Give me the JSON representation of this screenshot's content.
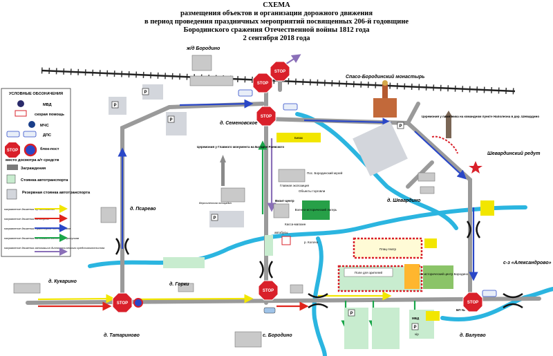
{
  "title": {
    "line1": "СХЕМА",
    "line2": "размещения объектов и организации дорожного движения",
    "line3": "в период проведения праздничных мероприятий посвященных 206-й годовщине",
    "line4": "Бородинского сражения Отечественной войны 1812 года",
    "line5": "2 сентября 2018 года"
  },
  "places": {
    "rail_station": "ж/д Бородино",
    "semenovskoe": "д. Семеновское",
    "spaso": "Спасо-Бородинский монастырь",
    "psarevo": "д. Псарево",
    "shevardino": "д. Шевардино",
    "shevardino_redoubt": "Шевардинский редут",
    "kukarino": "д. Кукарино",
    "gorki": "д. Горки",
    "tatarinovo": "д. Татариново",
    "borodino": "с. Бородино",
    "valuevo": "д. Валуево",
    "aleksandrovo": "с-з «Александрово»",
    "kolocha": "р. Колоча"
  },
  "objects": {
    "raevsky": "Церемония у Главного монумента на Батарее Раевского",
    "napoleon_cp": "Церемония у памятника на командном пункте Наполеона в дер. Шевардино",
    "museum": "Пос. Бородинский музей",
    "main_expo": "Главная экспозиция",
    "trade": "Объекты торговли",
    "helipad": "Вертолетная площадка",
    "visit_center": "Визит-центр",
    "ticket": "Касса-магазин",
    "buses": "автобусы",
    "bivouac": "Бивак",
    "camp": "Военно-исторический лагерь",
    "stage_camp": "Культурно-исторический центр Бородино",
    "playground": "Плац-театр",
    "spectators": "Поле для зрителей",
    "mvd": "МВД",
    "vip": "vip",
    "bp": "БП №"
  },
  "legend": {
    "heading": "УСЛОВНЫЕ ОБОЗНАЧЕНИЯ",
    "mvd": "МВД",
    "ambulance": "скорая помощь",
    "mchs": "МЧС",
    "dps": "ДПС",
    "block_post": "блок-пост",
    "inspection": "место досмотра а/т средств",
    "barriers": "Заграждения",
    "parking": "Стоянка автотранспорта",
    "reserve_parking": "Резервная стоянка автотранспорта",
    "arrows": [
      {
        "label": "направление движения vip автомашин",
        "color": "#f2e600"
      },
      {
        "label": "направление движения автобусов",
        "color": "#e0241b"
      },
      {
        "label": "направление движения транспорта без пропусков",
        "color": "#2a47c7"
      },
      {
        "label": "направление движения автомашин гостей по пропускам",
        "color": "#1aa64a"
      },
      {
        "label": "направление движения автомашин дипломатического представительства",
        "color": "#8a6fb8"
      }
    ],
    "stop": "STOP",
    "parking_symbol": "P"
  },
  "colors": {
    "road": "#9a9a9a",
    "river": "#2bb5e0",
    "stop": "#d9202a",
    "vip": "#f2e600",
    "bus": "#e0241b",
    "free": "#2a47c7",
    "guest": "#1aa64a",
    "diplomatic": "#8a6fb8",
    "parking_fill": "#c8eccf",
    "reserve_fill": "#d3d6dc"
  }
}
